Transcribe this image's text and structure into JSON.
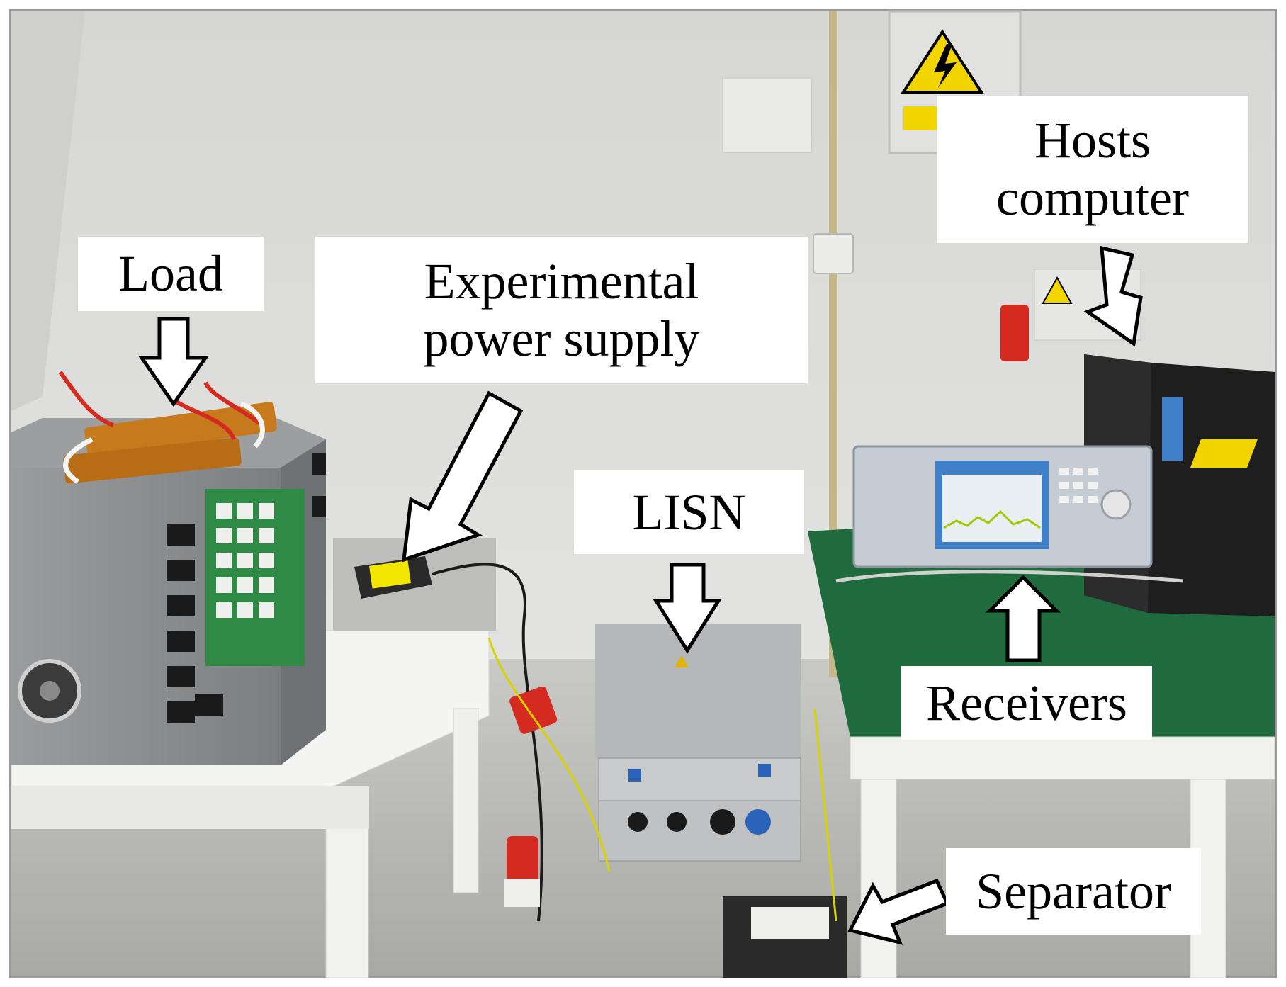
{
  "labels": {
    "load": "Load",
    "power_supply_line1": "Experimental",
    "power_supply_line2": "power supply",
    "lisn": "LISN",
    "hosts_line1": "Hosts",
    "hosts_line2": "computer",
    "receivers": "Receivers",
    "separator": "Separator"
  },
  "colors": {
    "wall": "#dcdcda",
    "floor": "#b9b9b5",
    "table_white": "#f4f4f2",
    "bench_green": "#1f6b3e",
    "metal_gray": "#8d8f90",
    "resistor_orange": "#c77a1c",
    "pcb_green": "#2f8a45",
    "warning_yellow": "#f2d400",
    "plug_red": "#d42a20",
    "screen_blue": "#3f7fc8",
    "label_bg": "#ffffff",
    "label_text": "#000000"
  }
}
